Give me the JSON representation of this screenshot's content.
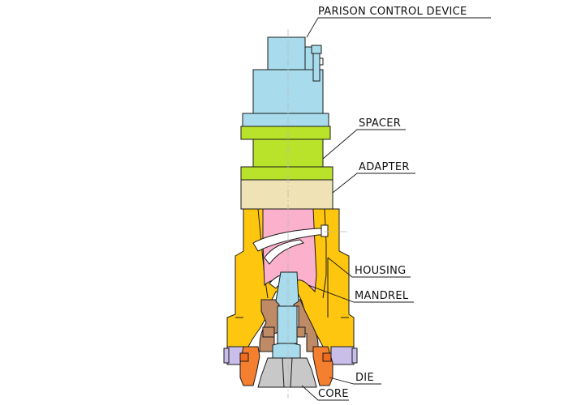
{
  "labels": {
    "parison_control_device": "PARISON CONTROL DEVICE",
    "spacer": "SPACER",
    "adapter": "ADAPTER",
    "housing": "HOUSING",
    "mandrel": "MANDREL",
    "die": "DIE",
    "core": "CORE"
  },
  "colors": {
    "parison_control_device": "#a8dcec",
    "spacer": "#b9e22a",
    "adapter": "#efe3b6",
    "housing": "#ffc60f",
    "mandrel": "#fbb0cc",
    "die": "#f47f2e",
    "core": "#c8c8c8",
    "bushing": "#bf8a66",
    "flange_ring": "#c9bdea"
  }
}
